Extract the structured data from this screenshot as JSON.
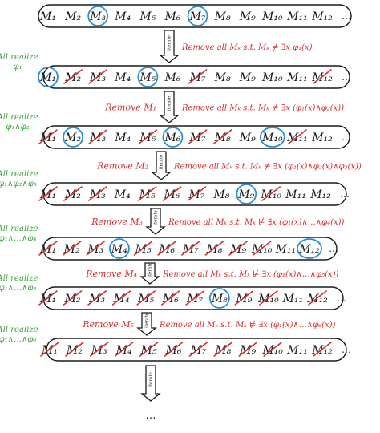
{
  "rows": [
    {
      "label": [],
      "items": [
        {
          "text": "M₁",
          "state": "plain"
        },
        {
          "text": "M₂",
          "state": "plain"
        },
        {
          "text": "M₃",
          "state": "circled"
        },
        {
          "text": "M₄",
          "state": "plain"
        },
        {
          "text": "M₅",
          "state": "plain"
        },
        {
          "text": "M₆",
          "state": "plain"
        },
        {
          "text": "M₇",
          "state": "circled"
        },
        {
          "text": "M₈",
          "state": "plain"
        },
        {
          "text": "M₉",
          "state": "plain"
        },
        {
          "text": "M₁₀",
          "state": "plain"
        },
        {
          "text": "M₁₁",
          "state": "plain"
        },
        {
          "text": "M₁₂",
          "state": "plain"
        }
      ],
      "ellipsis": "…"
    },
    {
      "label": [
        "All realize",
        "φ₁"
      ],
      "items": [
        {
          "text": "M₁",
          "state": "circled"
        },
        {
          "text": "M₂",
          "state": "crossed"
        },
        {
          "text": "M₃",
          "state": "crossed"
        },
        {
          "text": "M₄",
          "state": "plain"
        },
        {
          "text": "M₅",
          "state": "circled"
        },
        {
          "text": "M₆",
          "state": "plain"
        },
        {
          "text": "M₇",
          "state": "crossed"
        },
        {
          "text": "M₈",
          "state": "plain"
        },
        {
          "text": "M₉",
          "state": "plain"
        },
        {
          "text": "M₁₀",
          "state": "plain"
        },
        {
          "text": "M₁₁",
          "state": "plain"
        },
        {
          "text": "M₁₂",
          "state": "crossed"
        }
      ],
      "ellipsis": "…"
    },
    {
      "label": [
        "All realize",
        "φ₁∧φ₂"
      ],
      "items": [
        {
          "text": "M₁",
          "state": "crossed"
        },
        {
          "text": "M₂",
          "state": "circled"
        },
        {
          "text": "M₃",
          "state": "crossed"
        },
        {
          "text": "M₄",
          "state": "plain"
        },
        {
          "text": "M₅",
          "state": "crossed"
        },
        {
          "text": "M₆",
          "state": "circled"
        },
        {
          "text": "M₇",
          "state": "crossed"
        },
        {
          "text": "M₈",
          "state": "crossed"
        },
        {
          "text": "M₉",
          "state": "plain"
        },
        {
          "text": "M₁₀",
          "state": "circled"
        },
        {
          "text": "M₁₁",
          "state": "crossed"
        },
        {
          "text": "M₁₂",
          "state": "plain"
        }
      ],
      "ellipsis": "…"
    },
    {
      "label": [
        "All realize",
        "φ₁∧φ₂∧φ₃"
      ],
      "items": [
        {
          "text": "M₁",
          "state": "crossed"
        },
        {
          "text": "M₂",
          "state": "crossed"
        },
        {
          "text": "M₃",
          "state": "crossed"
        },
        {
          "text": "M₄",
          "state": "plain"
        },
        {
          "text": "M₅",
          "state": "crossed"
        },
        {
          "text": "M₆",
          "state": "crossed"
        },
        {
          "text": "M₇",
          "state": "crossed"
        },
        {
          "text": "M₈",
          "state": "plain"
        },
        {
          "text": "M₉",
          "state": "circled"
        },
        {
          "text": "M₁₀",
          "state": "crossed"
        },
        {
          "text": "M₁₁",
          "state": "plain"
        },
        {
          "text": "M₁₂",
          "state": "plain"
        }
      ],
      "ellipsis": "…"
    },
    {
      "label": [
        "All realize",
        "φ₁∧…∧φ₄"
      ],
      "items": [
        {
          "text": "M₁",
          "state": "crossed"
        },
        {
          "text": "M₂",
          "state": "crossed"
        },
        {
          "text": "M₃",
          "state": "crossed"
        },
        {
          "text": "M₄",
          "state": "circled"
        },
        {
          "text": "M₅",
          "state": "crossed"
        },
        {
          "text": "M₆",
          "state": "crossed"
        },
        {
          "text": "M₇",
          "state": "crossed"
        },
        {
          "text": "M₈",
          "state": "crossed"
        },
        {
          "text": "M₉",
          "state": "crossed"
        },
        {
          "text": "M₁₀",
          "state": "crossed"
        },
        {
          "text": "M₁₁",
          "state": "plain"
        },
        {
          "text": "M₁₂",
          "state": "circled"
        }
      ],
      "ellipsis": "…"
    },
    {
      "label": [
        "All realize",
        "φ₁∧…∧φ₅"
      ],
      "items": [
        {
          "text": "M₁",
          "state": "crossed"
        },
        {
          "text": "M₂",
          "state": "crossed"
        },
        {
          "text": "M₃",
          "state": "crossed"
        },
        {
          "text": "M₄",
          "state": "crossed"
        },
        {
          "text": "M₅",
          "state": "crossed"
        },
        {
          "text": "M₆",
          "state": "crossed"
        },
        {
          "text": "M₇",
          "state": "crossed"
        },
        {
          "text": "M₈",
          "state": "circled"
        },
        {
          "text": "M₉",
          "state": "crossed"
        },
        {
          "text": "M₁₀",
          "state": "crossed"
        },
        {
          "text": "M₁₁",
          "state": "plain"
        },
        {
          "text": "M₁₂",
          "state": "crossed"
        }
      ],
      "ellipsis": "…"
    },
    {
      "label": [
        "All realize",
        "φ₁∧…∧φ₆"
      ],
      "items": [
        {
          "text": "M₁",
          "state": "crossed"
        },
        {
          "text": "M₂",
          "state": "crossed"
        },
        {
          "text": "M₃",
          "state": "crossed"
        },
        {
          "text": "M₄",
          "state": "crossed"
        },
        {
          "text": "M₅",
          "state": "crossed"
        },
        {
          "text": "M₆",
          "state": "crossed"
        },
        {
          "text": "M₇",
          "state": "crossed"
        },
        {
          "text": "M₈",
          "state": "crossed"
        },
        {
          "text": "M₉",
          "state": "crossed"
        },
        {
          "text": "M₁₀",
          "state": "crossed"
        },
        {
          "text": "M₁₁",
          "state": "plain"
        },
        {
          "text": "M₁₂",
          "state": "crossed"
        }
      ],
      "ellipsis": "…"
    }
  ],
  "steps": [
    {
      "remove_first": "",
      "remove_rule": "Remove all Mₖ s.t. Mₖ ⊭ ∃x φ₁(x)",
      "arrow_label": "iterate"
    },
    {
      "remove_first": "Remove M₁",
      "remove_rule": "Remove all Mₖ s.t. Mₖ ⊭ ∃x (φ₁(x)∧φ₂(x))",
      "arrow_label": "iterate"
    },
    {
      "remove_first": "Remove M₂",
      "remove_rule": "Remove all Mₖ s.t. Mₖ ⊭ ∃x (φ₁(x)∧φ₂(x)∧φ₃(x))",
      "arrow_label": "iterate"
    },
    {
      "remove_first": "Remove M₃",
      "remove_rule": "Remove all Mₖ s.t. Mₖ ⊭ ∃x (φ₁(x)∧…∧φ₄(x))",
      "arrow_label": "iterate"
    },
    {
      "remove_first": "Remove M₄",
      "remove_rule": "Remove all Mₖ s.t. Mₖ ⊭ ∃x (φ₁(x)∧…∧φ₅(x))",
      "arrow_label": "iterate"
    },
    {
      "remove_first": "Remove M₅",
      "remove_rule": "Remove all Mₖ s.t. Mₖ ⊭ ∃x (φ₁(x)∧…∧φ₆(x))",
      "arrow_label": "iterate"
    }
  ],
  "final_arrow_label": "iterate",
  "final_ellipsis": "…",
  "colors": {
    "ink": "#1a1a1a",
    "circle": "#2a8fd6",
    "strike": "#d42c2c",
    "remove_text": "#d42c2c",
    "label": "#3aa63a"
  }
}
